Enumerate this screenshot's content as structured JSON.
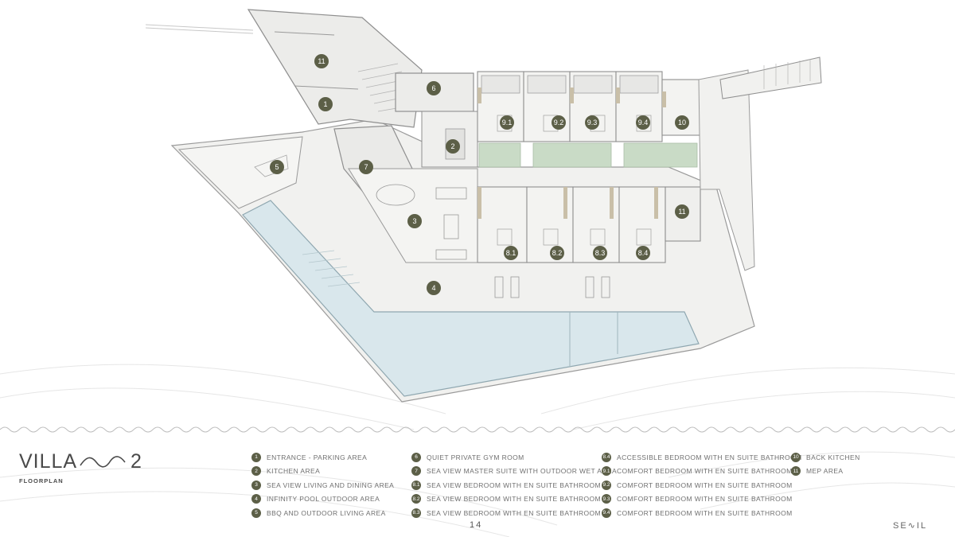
{
  "title": {
    "villa": "VILLA",
    "number": "2",
    "subtitle": "FLOORPLAN"
  },
  "page_number": "14",
  "brand": "SE∿IL",
  "colors": {
    "marker": "#5c5f47",
    "pool": "#d9e7ec",
    "lawn": "#c9dbc6",
    "walls": "#9a9a9a",
    "floor": "#f0f0ee"
  },
  "markers": [
    {
      "label": "11"
    },
    {
      "label": "1"
    },
    {
      "label": "6"
    },
    {
      "label": "2"
    },
    {
      "label": "5"
    },
    {
      "label": "7"
    },
    {
      "label": "3"
    },
    {
      "label": "4"
    },
    {
      "label": "9.1"
    },
    {
      "label": "9.2"
    },
    {
      "label": "9.3"
    },
    {
      "label": "9.4"
    },
    {
      "label": "10"
    },
    {
      "label": "11"
    },
    {
      "label": "8.1"
    },
    {
      "label": "8.2"
    },
    {
      "label": "8.3"
    },
    {
      "label": "8.4"
    }
  ],
  "legend_col1": [
    {
      "num": "1",
      "text": "ENTRANCE - PARKING AREA"
    },
    {
      "num": "2",
      "text": "KITCHEN AREA"
    },
    {
      "num": "3",
      "text": "SEA VIEW LIVING AND DINING AREA"
    },
    {
      "num": "4",
      "text": "INFINITY POOL OUTDOOR AREA"
    },
    {
      "num": "5",
      "text": "BBQ AND OUTDOOR LIVING AREA"
    }
  ],
  "legend_col2": [
    {
      "num": "6",
      "text": "QUIET PRIVATE GYM ROOM"
    },
    {
      "num": "7",
      "text": "SEA VIEW MASTER SUITE WITH OUTDOOR WET AREA"
    },
    {
      "num": "8.1",
      "text": "SEA VIEW BEDROOM WITH EN SUITE BATHROOM"
    },
    {
      "num": "8.2",
      "text": "SEA VIEW BEDROOM WITH EN SUITE BATHROOM"
    },
    {
      "num": "8.3",
      "text": "SEA VIEW BEDROOM WITH EN SUITE BATHROOM"
    }
  ],
  "legend_col3": [
    {
      "num": "8.4",
      "text": "ACCESSIBLE BEDROOM WITH EN SUITE BATHROOM"
    },
    {
      "num": "9.1",
      "text": "COMFORT BEDROOM WITH EN SUITE BATHROOM"
    },
    {
      "num": "9.2",
      "text": "COMFORT BEDROOM WITH EN SUITE BATHROOM"
    },
    {
      "num": "9.3",
      "text": "COMFORT BEDROOM WITH EN SUITE BATHROOM"
    },
    {
      "num": "9.4",
      "text": "COMFORT BEDROOM WITH EN SUITE BATHROOM"
    }
  ],
  "legend_col4": [
    {
      "num": "10",
      "text": "BACK KITCHEN"
    },
    {
      "num": "11",
      "text": "MEP AREA"
    }
  ]
}
